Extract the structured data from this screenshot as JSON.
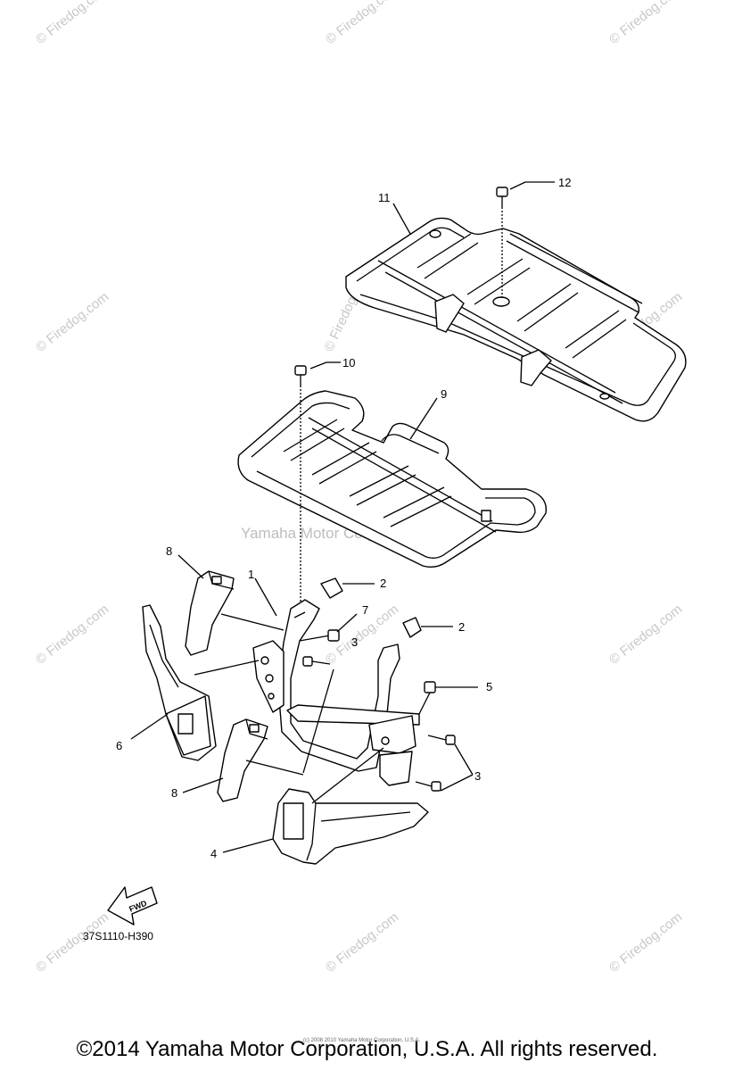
{
  "watermark": "© Firedog.com",
  "center_watermark": "Yamaha Motor Corp. U.S.A.",
  "fwd_label": "FWD",
  "diagram_code": "37S1110-H390",
  "tiny_note": "(c) 2008 2010 Yamaha Motor Corporation, U.S.A.",
  "copyright": "©2014 Yamaha Motor Corporation, U.S.A. All rights reserved.",
  "callouts": {
    "c1": "1",
    "c2a": "2",
    "c2b": "2",
    "c3a": "3",
    "c3b": "3",
    "c4": "4",
    "c5": "5",
    "c6": "6",
    "c7": "7",
    "c8a": "8",
    "c8b": "8",
    "c9": "9",
    "c10": "10",
    "c11": "11",
    "c12": "12"
  }
}
